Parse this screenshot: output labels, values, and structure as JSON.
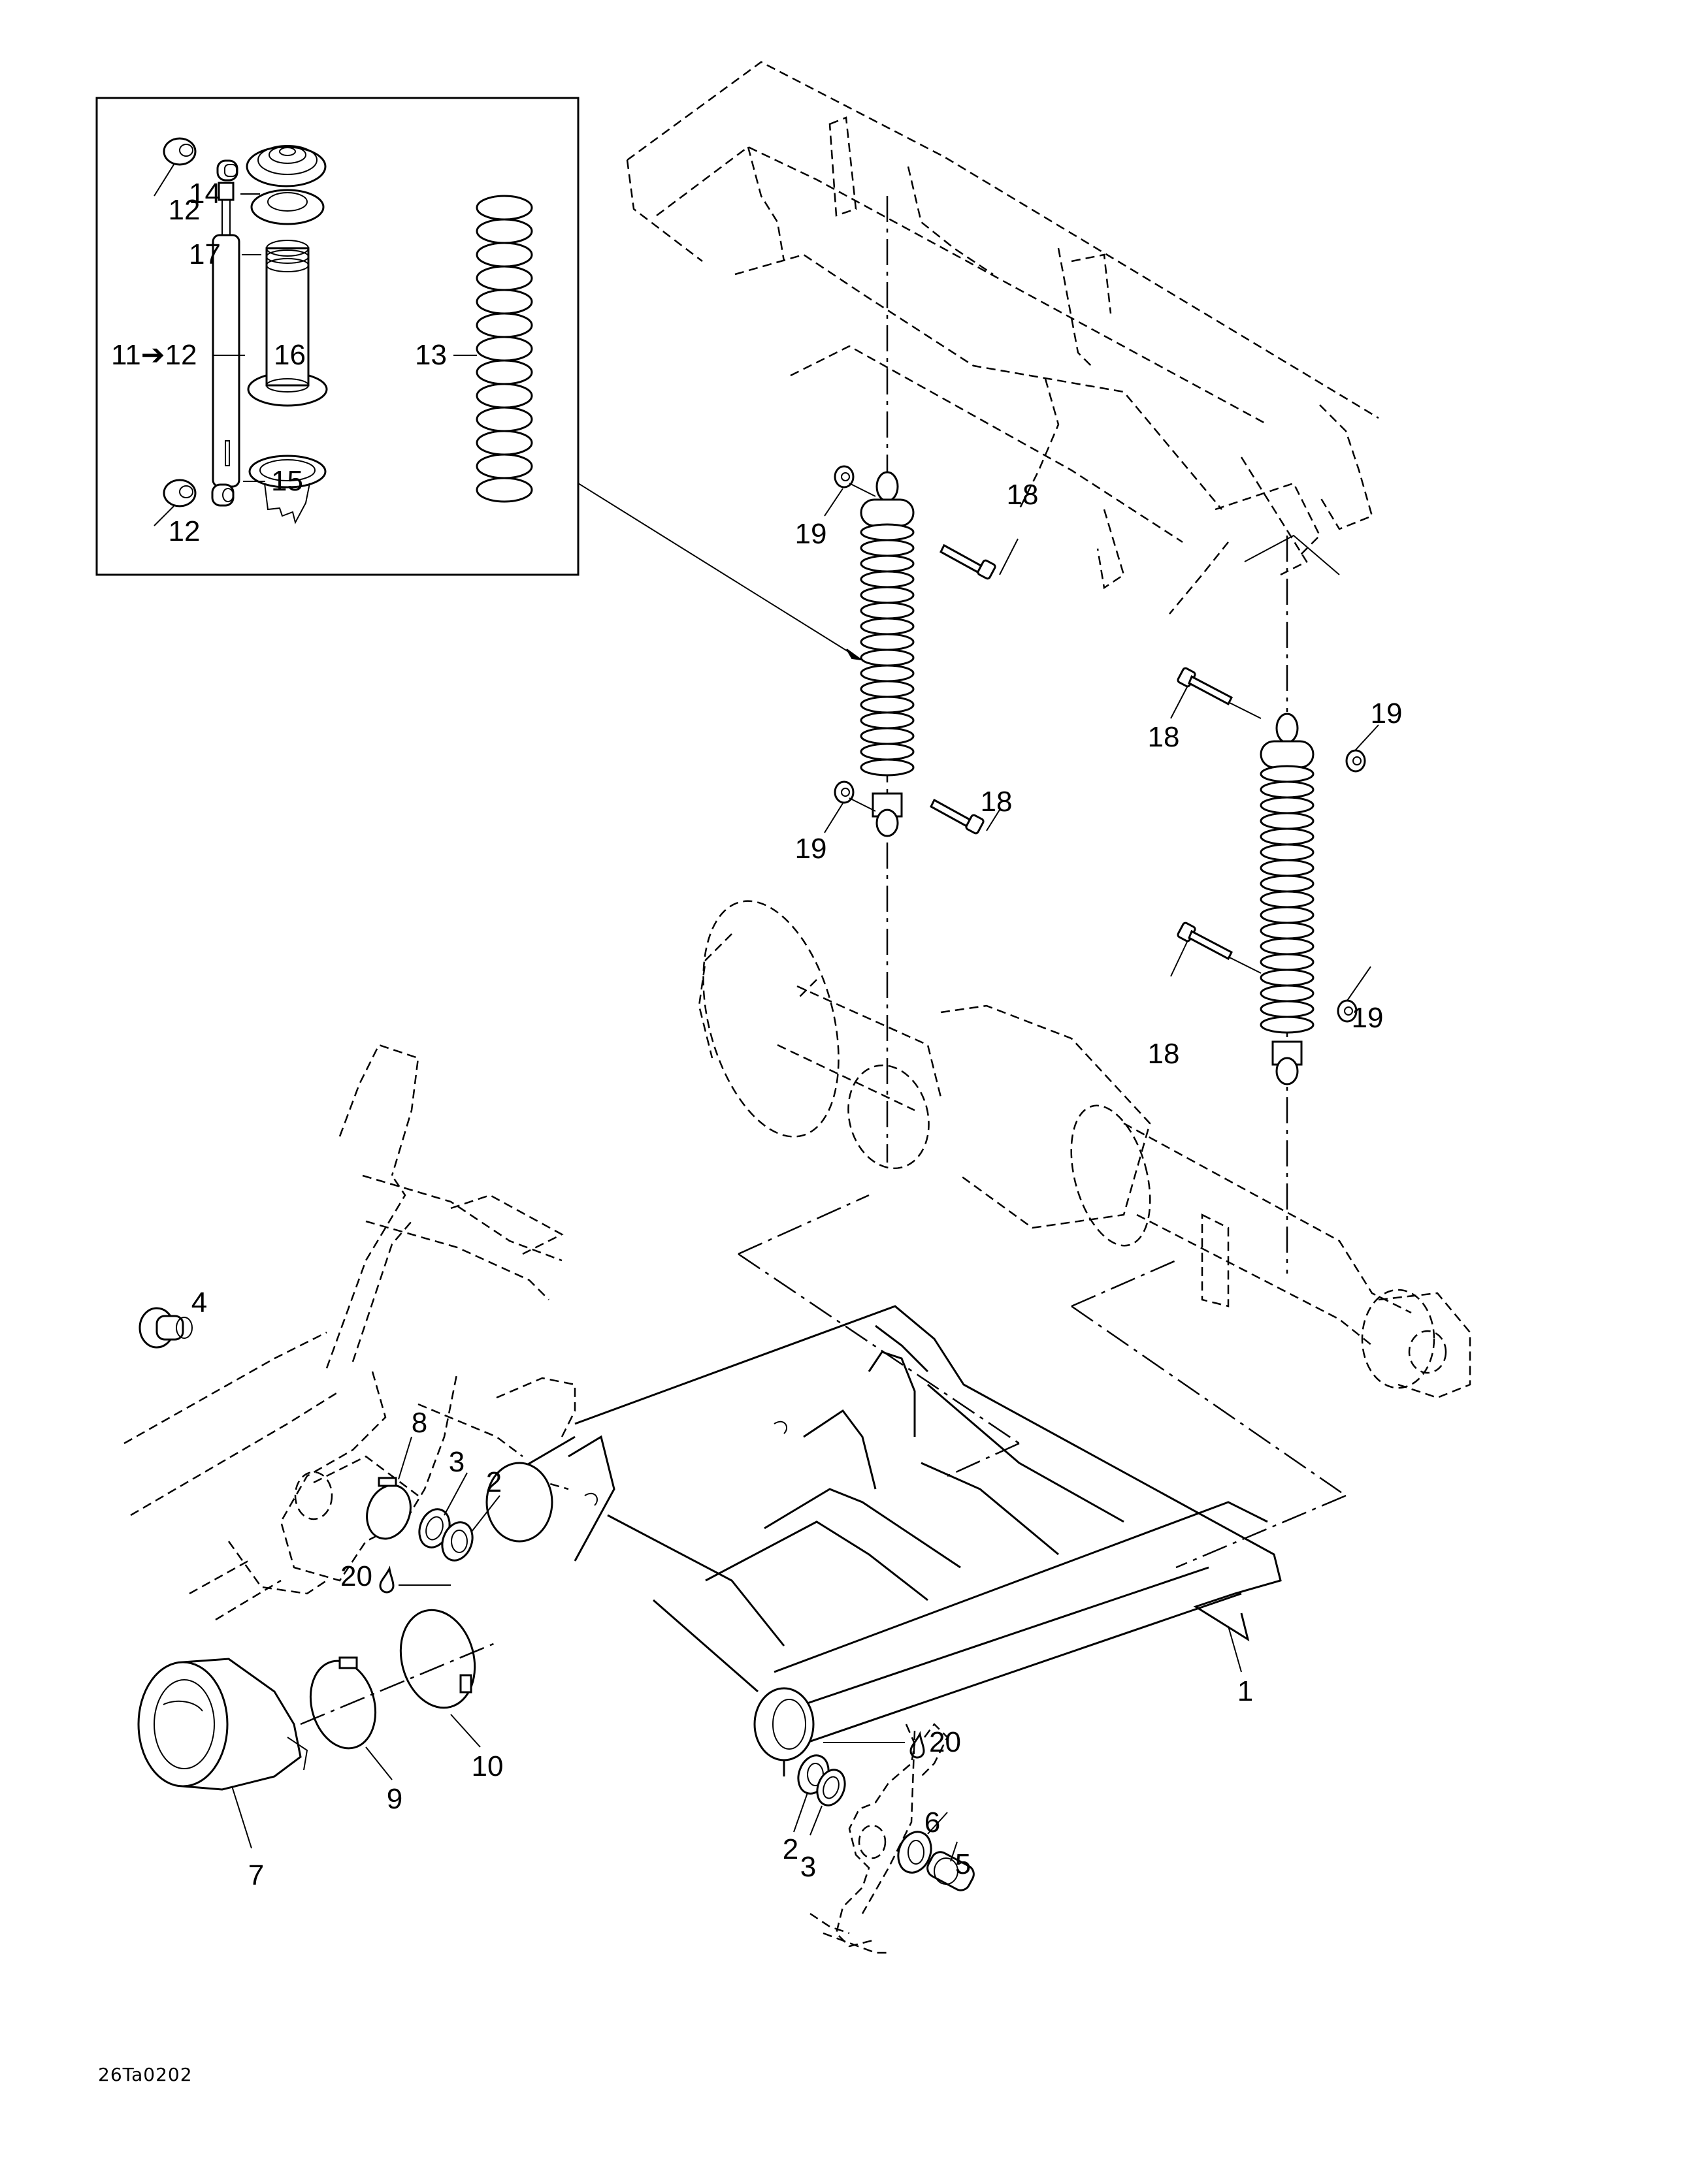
{
  "diagram": {
    "type": "exploded-parts-diagram",
    "subject": "Rear suspension",
    "footer_code": "26Ta0202",
    "inset": {
      "callouts": [
        {
          "id": "inset-12-top",
          "text": "12"
        },
        {
          "id": "inset-14",
          "text": "14"
        },
        {
          "id": "inset-17",
          "text": "17"
        },
        {
          "id": "inset-11-12",
          "text": "11➔12"
        },
        {
          "id": "inset-16",
          "text": "16"
        },
        {
          "id": "inset-13",
          "text": "13"
        },
        {
          "id": "inset-12-bottom",
          "text": "12"
        },
        {
          "id": "inset-15",
          "text": "15"
        }
      ]
    },
    "callouts": [
      {
        "id": "c19a",
        "text": "19"
      },
      {
        "id": "c18a",
        "text": "18"
      },
      {
        "id": "c18b",
        "text": "18"
      },
      {
        "id": "c19b",
        "text": "19"
      },
      {
        "id": "c19c",
        "text": "19"
      },
      {
        "id": "c18c",
        "text": "18"
      },
      {
        "id": "c18d",
        "text": "18"
      },
      {
        "id": "c19d",
        "text": "19"
      },
      {
        "id": "c4",
        "text": "4"
      },
      {
        "id": "c8",
        "text": "8"
      },
      {
        "id": "c3a",
        "text": "3"
      },
      {
        "id": "c2a",
        "text": "2"
      },
      {
        "id": "c20a",
        "text": "20"
      },
      {
        "id": "c9",
        "text": "9"
      },
      {
        "id": "c10",
        "text": "10"
      },
      {
        "id": "c7",
        "text": "7"
      },
      {
        "id": "c1",
        "text": "1"
      },
      {
        "id": "c20b",
        "text": "20"
      },
      {
        "id": "c2b",
        "text": "2"
      },
      {
        "id": "c3b",
        "text": "3"
      },
      {
        "id": "c6",
        "text": "6"
      },
      {
        "id": "c5",
        "text": "5"
      }
    ],
    "symbols": {
      "lubricant": "oil-drop-icon"
    }
  }
}
